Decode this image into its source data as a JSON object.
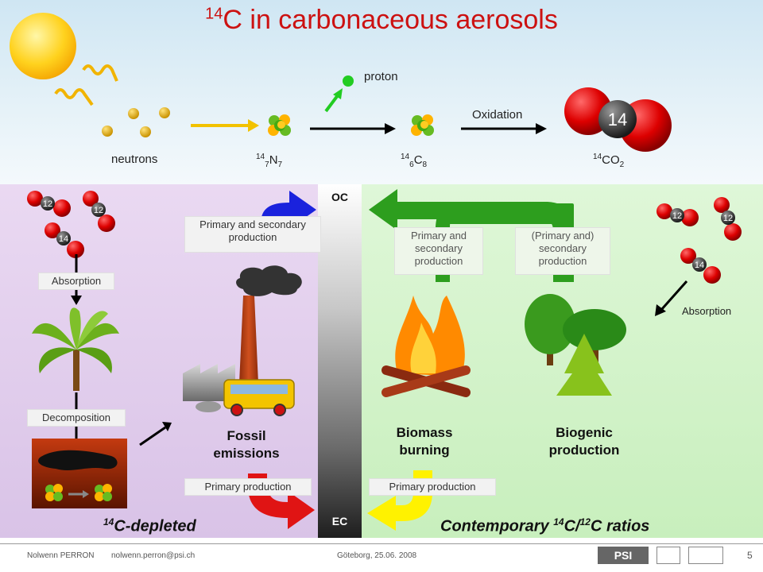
{
  "title": {
    "sup": "14",
    "text": "C in carbonaceous aerosols"
  },
  "top": {
    "neutrons": "neutrons",
    "proton": "proton",
    "oxidation": "Oxidation",
    "n": {
      "sup": "14",
      "sub1": "7",
      "sym": "N",
      "sub2": "7"
    },
    "c": {
      "sup": "14",
      "sub1": "6",
      "sym": "C",
      "sub2": "8"
    },
    "co2": {
      "sup": "14",
      "sym": "CO",
      "sub": "2"
    },
    "co2_badge": "14"
  },
  "molecules": {
    "m12": "12",
    "m14": "14"
  },
  "labels": {
    "absorption": "Absorption",
    "decomposition": "Decomposition",
    "primary_secondary": "Primary and secondary production",
    "primary_secondary_green": "Primary and secondary production",
    "primary_and_secondary": "(Primary and) secondary production",
    "primary_production": "Primary production",
    "fossil": "Fossil emissions",
    "biomass": "Biomass burning",
    "biogenic": "Biogenic production",
    "oc": "OC",
    "ec": "EC",
    "depleted": {
      "sup": "14",
      "text": "C-depleted"
    },
    "contemporary": {
      "pre": "Contemporary ",
      "sup1": "14",
      "mid": "C/",
      "sup2": "12",
      "post": "C ratios"
    }
  },
  "footer": {
    "author": "Nolwenn PERRON",
    "email": "nolwenn.perron@psi.ch",
    "place": "Göteborg, 25.06. 2008",
    "page": "5",
    "logo_psi": "PSI"
  },
  "colors": {
    "title": "#cc1111",
    "red": "#dd1111",
    "blue": "#1122dd",
    "green": "#22aa33",
    "yellow": "#ffee00",
    "sun": "#ffcc22"
  }
}
